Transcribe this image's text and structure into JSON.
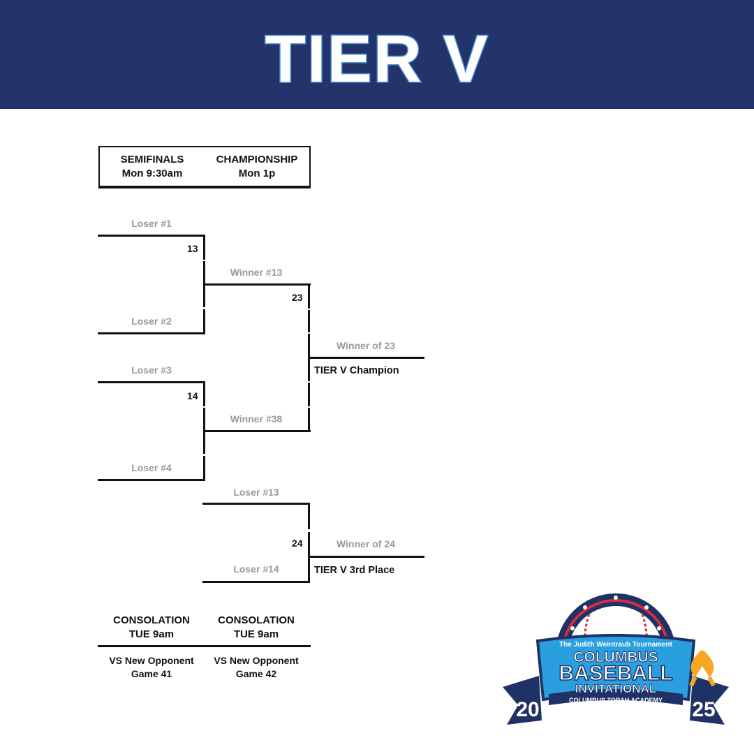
{
  "header": {
    "title": "TIER V",
    "bg_color": "#22346a",
    "stroke_color": "#4a90d9"
  },
  "schedule": {
    "semifinals": {
      "label": "SEMIFINALS",
      "time": "Mon 9:30am"
    },
    "championship": {
      "label": "CHAMPIONSHIP",
      "time": "Mon 1p"
    }
  },
  "bracket": {
    "slots": {
      "loser1": "Loser #1",
      "loser2": "Loser #2",
      "loser3": "Loser #3",
      "loser4": "Loser #4",
      "winner13": "Winner #13",
      "winner38": "Winner #38",
      "winner23": "Winner of 23",
      "loser13": "Loser #13",
      "loser14": "Loser #14",
      "winner24": "Winner of 24"
    },
    "games": {
      "g13": "13",
      "g14": "14",
      "g23": "23",
      "g24": "24"
    },
    "results": {
      "champion": "TIER V Champion",
      "third_place": "TIER V 3rd Place"
    }
  },
  "consolation": [
    {
      "title": "CONSOLATION",
      "time": "TUE 9am",
      "opponent": "VS New Opponent",
      "game": "Game 41"
    },
    {
      "title": "CONSOLATION",
      "time": "TUE 9am",
      "opponent": "VS New Opponent",
      "game": "Game 42"
    }
  ],
  "logo": {
    "tournament": "The Judith Weintraub Tournament",
    "line1": "COLUMBUS",
    "line2": "BASEBALL",
    "line3": "INVITATIONAL",
    "org": "COLUMBUS TORAH ACADEMY",
    "year_left": "20",
    "year_right": "25",
    "colors": {
      "navy": "#1f3266",
      "sky": "#2a9fe0",
      "red": "#d3303a",
      "ribbon": "#f5a623"
    }
  }
}
